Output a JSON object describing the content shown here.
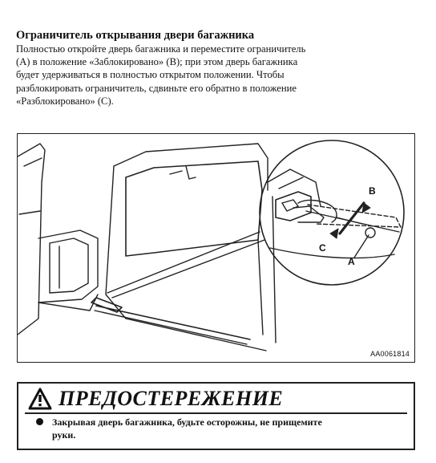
{
  "section": {
    "heading": "Ограничитель открывания двери багажника",
    "paragraph_lines": [
      "Полностью откройте дверь багажника и переместите ограничитель",
      "(A) в положение «Заблокировано» (B); при этом дверь багажника",
      "будет удерживаться в полностью открытом положении. Чтобы",
      "разблокировать ограничитель, сдвиньте его обратно в положение",
      "«Разблокировано» (C)."
    ]
  },
  "figure": {
    "code": "AA0061814",
    "labels": {
      "a": "A",
      "b": "B",
      "c": "C"
    }
  },
  "warning": {
    "icon": "warning-triangle-icon",
    "title": "ПРЕДОСТЕРЕЖЕНИЕ",
    "item_lines": [
      "Закрывая дверь багажника, будьте осторожны, не прищемите",
      "руки."
    ]
  }
}
